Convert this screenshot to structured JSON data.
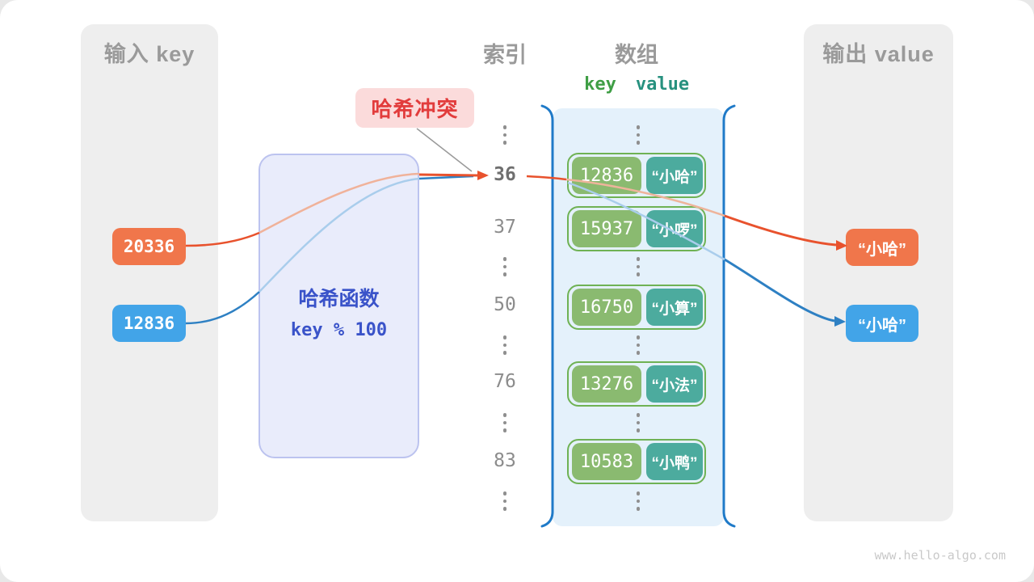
{
  "panels": {
    "input": {
      "title": "输入 key",
      "items": [
        {
          "value": "20336",
          "color": "orange"
        },
        {
          "value": "12836",
          "color": "blue"
        }
      ]
    },
    "output": {
      "title": "输出 value",
      "items": [
        {
          "value": "“小哈”",
          "color": "orange"
        },
        {
          "value": "“小哈”",
          "color": "blue"
        }
      ]
    }
  },
  "hash_box": {
    "title": "哈希函数",
    "formula": "key % 100"
  },
  "collision_badge": {
    "label": "哈希冲突"
  },
  "columns": {
    "index_header": "索引",
    "array_header": "数组",
    "key_label": "key",
    "value_label": "value"
  },
  "index_column": [
    "36",
    "37",
    "50",
    "76",
    "83"
  ],
  "array": {
    "rows": [
      {
        "key": "12836",
        "value": "“小哈”"
      },
      {
        "key": "15937",
        "value": "“小啰”"
      },
      {
        "key": "16750",
        "value": "“小算”"
      },
      {
        "key": "13276",
        "value": "“小法”"
      },
      {
        "key": "10583",
        "value": "“小鸭”"
      }
    ]
  },
  "watermark": "www.hello-algo.com",
  "colors": {
    "orange_accent": "#f0764b",
    "orange_line": "#e8522d",
    "blue_accent": "#42a4e8",
    "blue_line": "#2e80c3",
    "hash_text": "#3a53c9",
    "badge_text": "#e23c3c",
    "array_border": "#1f7ac8",
    "pair_key_green": "#8aba70",
    "pair_value_teal": "#4cab9e",
    "panel_gray": "#eeeeee"
  }
}
